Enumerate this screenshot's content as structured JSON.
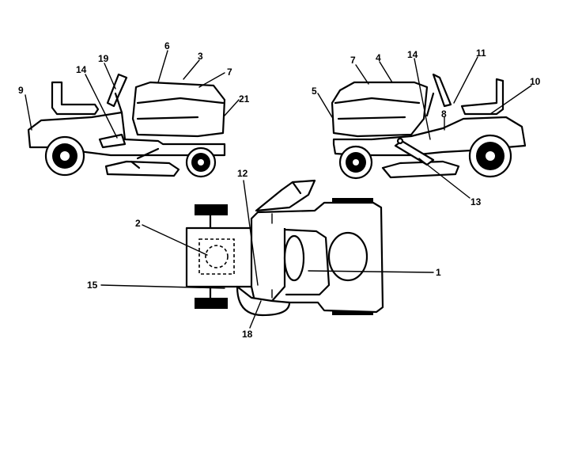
{
  "callouts": {
    "c1": "1",
    "c2": "2",
    "c3": "3",
    "c4": "4",
    "c5": "5",
    "c6": "6",
    "c7a": "7",
    "c7b": "7",
    "c8": "8",
    "c9": "9",
    "c10": "10",
    "c11": "11",
    "c12": "12",
    "c13": "13",
    "c14a": "14",
    "c14b": "14",
    "c15": "15",
    "c18": "18",
    "c19": "19",
    "c21": "21"
  }
}
